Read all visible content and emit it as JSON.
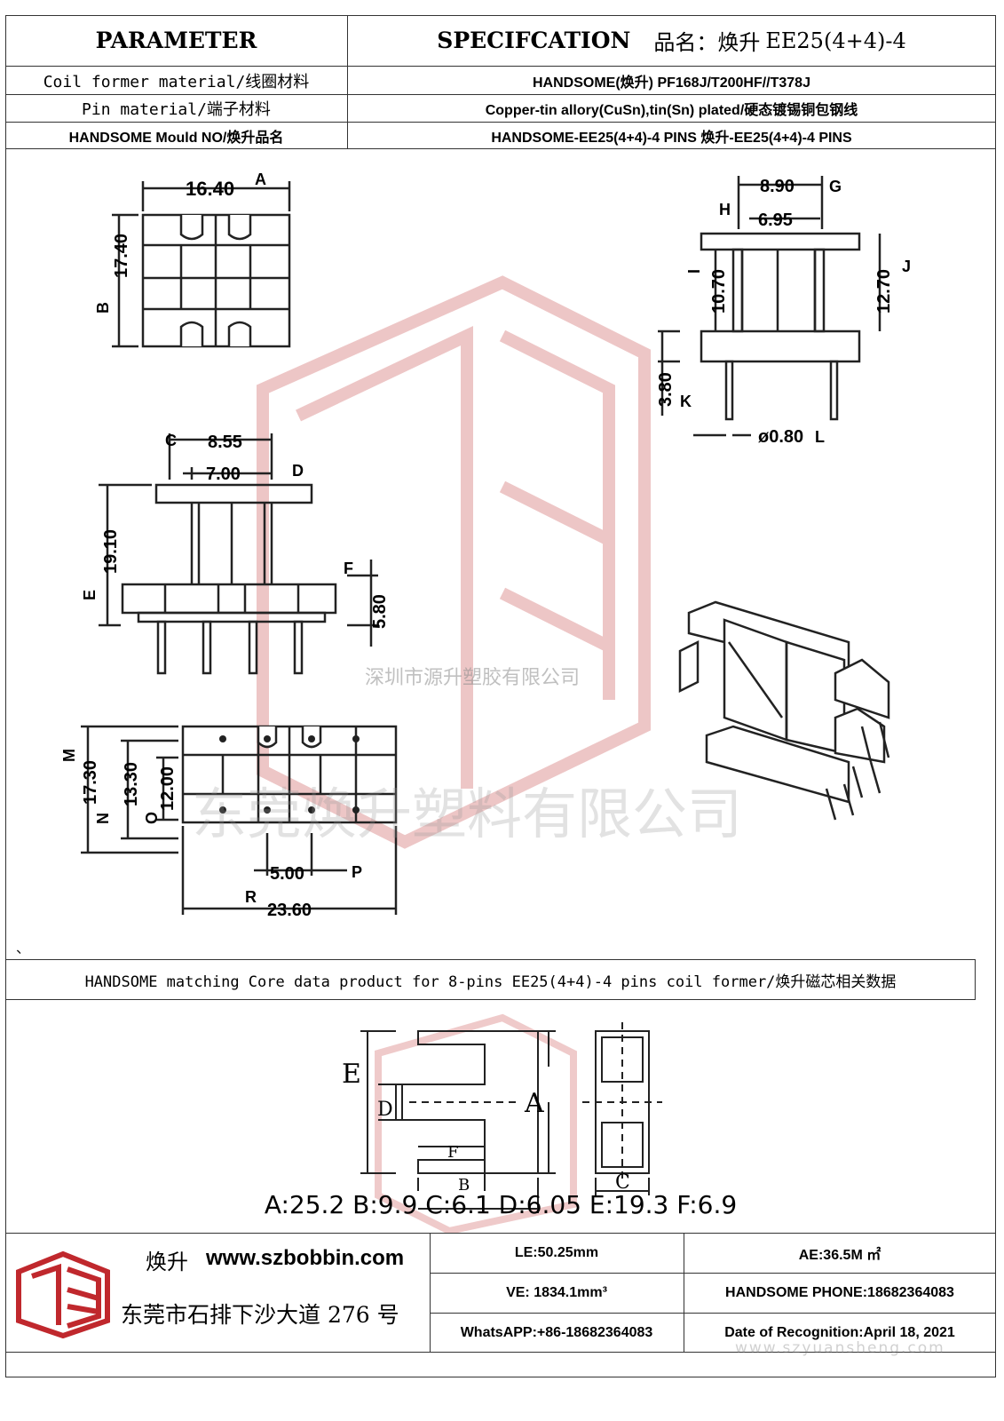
{
  "header": {
    "parameter_label": "PARAMETER",
    "spec_label": "SPECIFCATION",
    "product_name_label": "品名：焕升",
    "product_name_value": "EE25(4+4)-4"
  },
  "rows": [
    {
      "label": "Coil former material/线圈材料",
      "value": "HANDSOME(焕升)   PF168J/T200HF//T378J"
    },
    {
      "label": "Pin material/端子材料",
      "value": "Copper-tin allory(CuSn),tin(Sn) plated/硬态镀锡铜包钢线"
    },
    {
      "label": "HANDSOME Mould NO/焕升品名",
      "value": "HANDSOME-EE25(4+4)-4 PINS   焕升-EE25(4+4)-4 PINS"
    }
  ],
  "drawing": {
    "top_view": {
      "width": "16.40",
      "width_tag": "A",
      "height": "17.40",
      "height_tag": "B"
    },
    "front_view": {
      "dim1": "8.55",
      "dim1_tag": "C",
      "dim2": "7.00",
      "dim2_tag": "D",
      "height": "19.10",
      "height_tag": "E",
      "pin_len": "5.80",
      "pin_tag": "F"
    },
    "side_view": {
      "dim1": "8.90",
      "dim1_tag": "G",
      "dim2": "6.95",
      "dim2_tag": "H",
      "dim3": "10.70",
      "dim3_tag": "I",
      "dim4": "12.70",
      "dim4_tag": "J",
      "dim5": "3.80",
      "dim5_tag": "K",
      "pin_dia": "ø0.80",
      "pin_tag": "L"
    },
    "bottom_view": {
      "dim1": "17.30",
      "dim1_tag": "M",
      "dim2": "13.30",
      "dim2_tag": "N",
      "dim3": "12.00",
      "dim3_tag": "O",
      "pitch": "5.00",
      "pitch_tag": "P",
      "width": "23.60",
      "width_tag": "R"
    },
    "watermark_small": "深圳市源升塑胶有限公司",
    "watermark_large": "东莞焕升塑料有限公司",
    "stray_mark": "、"
  },
  "core_section": {
    "title": "HANDSOME matching Core data  product for 8-pins EE25(4+4)-4 pins coil former/焕升磁芯相关数据",
    "labels": {
      "A": "A",
      "B": "B",
      "C": "C",
      "D": "D",
      "E": "E",
      "F": "F"
    },
    "values_text": "A:25.2 B:9.9 C:6.1 D:6.05 E:19.3 F:6.9"
  },
  "footer": {
    "brand": "焕升",
    "website": "www.szbobbin.com",
    "address": "东莞市石排下沙大道 276 号",
    "le": "LE:50.25mm",
    "ae": "AE:36.5M ㎡",
    "ve": "VE: 1834.1mm³",
    "phone": "HANDSOME PHONE:18682364083",
    "whatsapp": "WhatsAPP:+86-18682364083",
    "date": "Date of Recognition:April 18, 2021",
    "watermark_url": "www.szyuansheng.com"
  },
  "colors": {
    "line": "#222222",
    "watermark_red": "#e8b4b4",
    "logo_red": "#c0282d"
  }
}
